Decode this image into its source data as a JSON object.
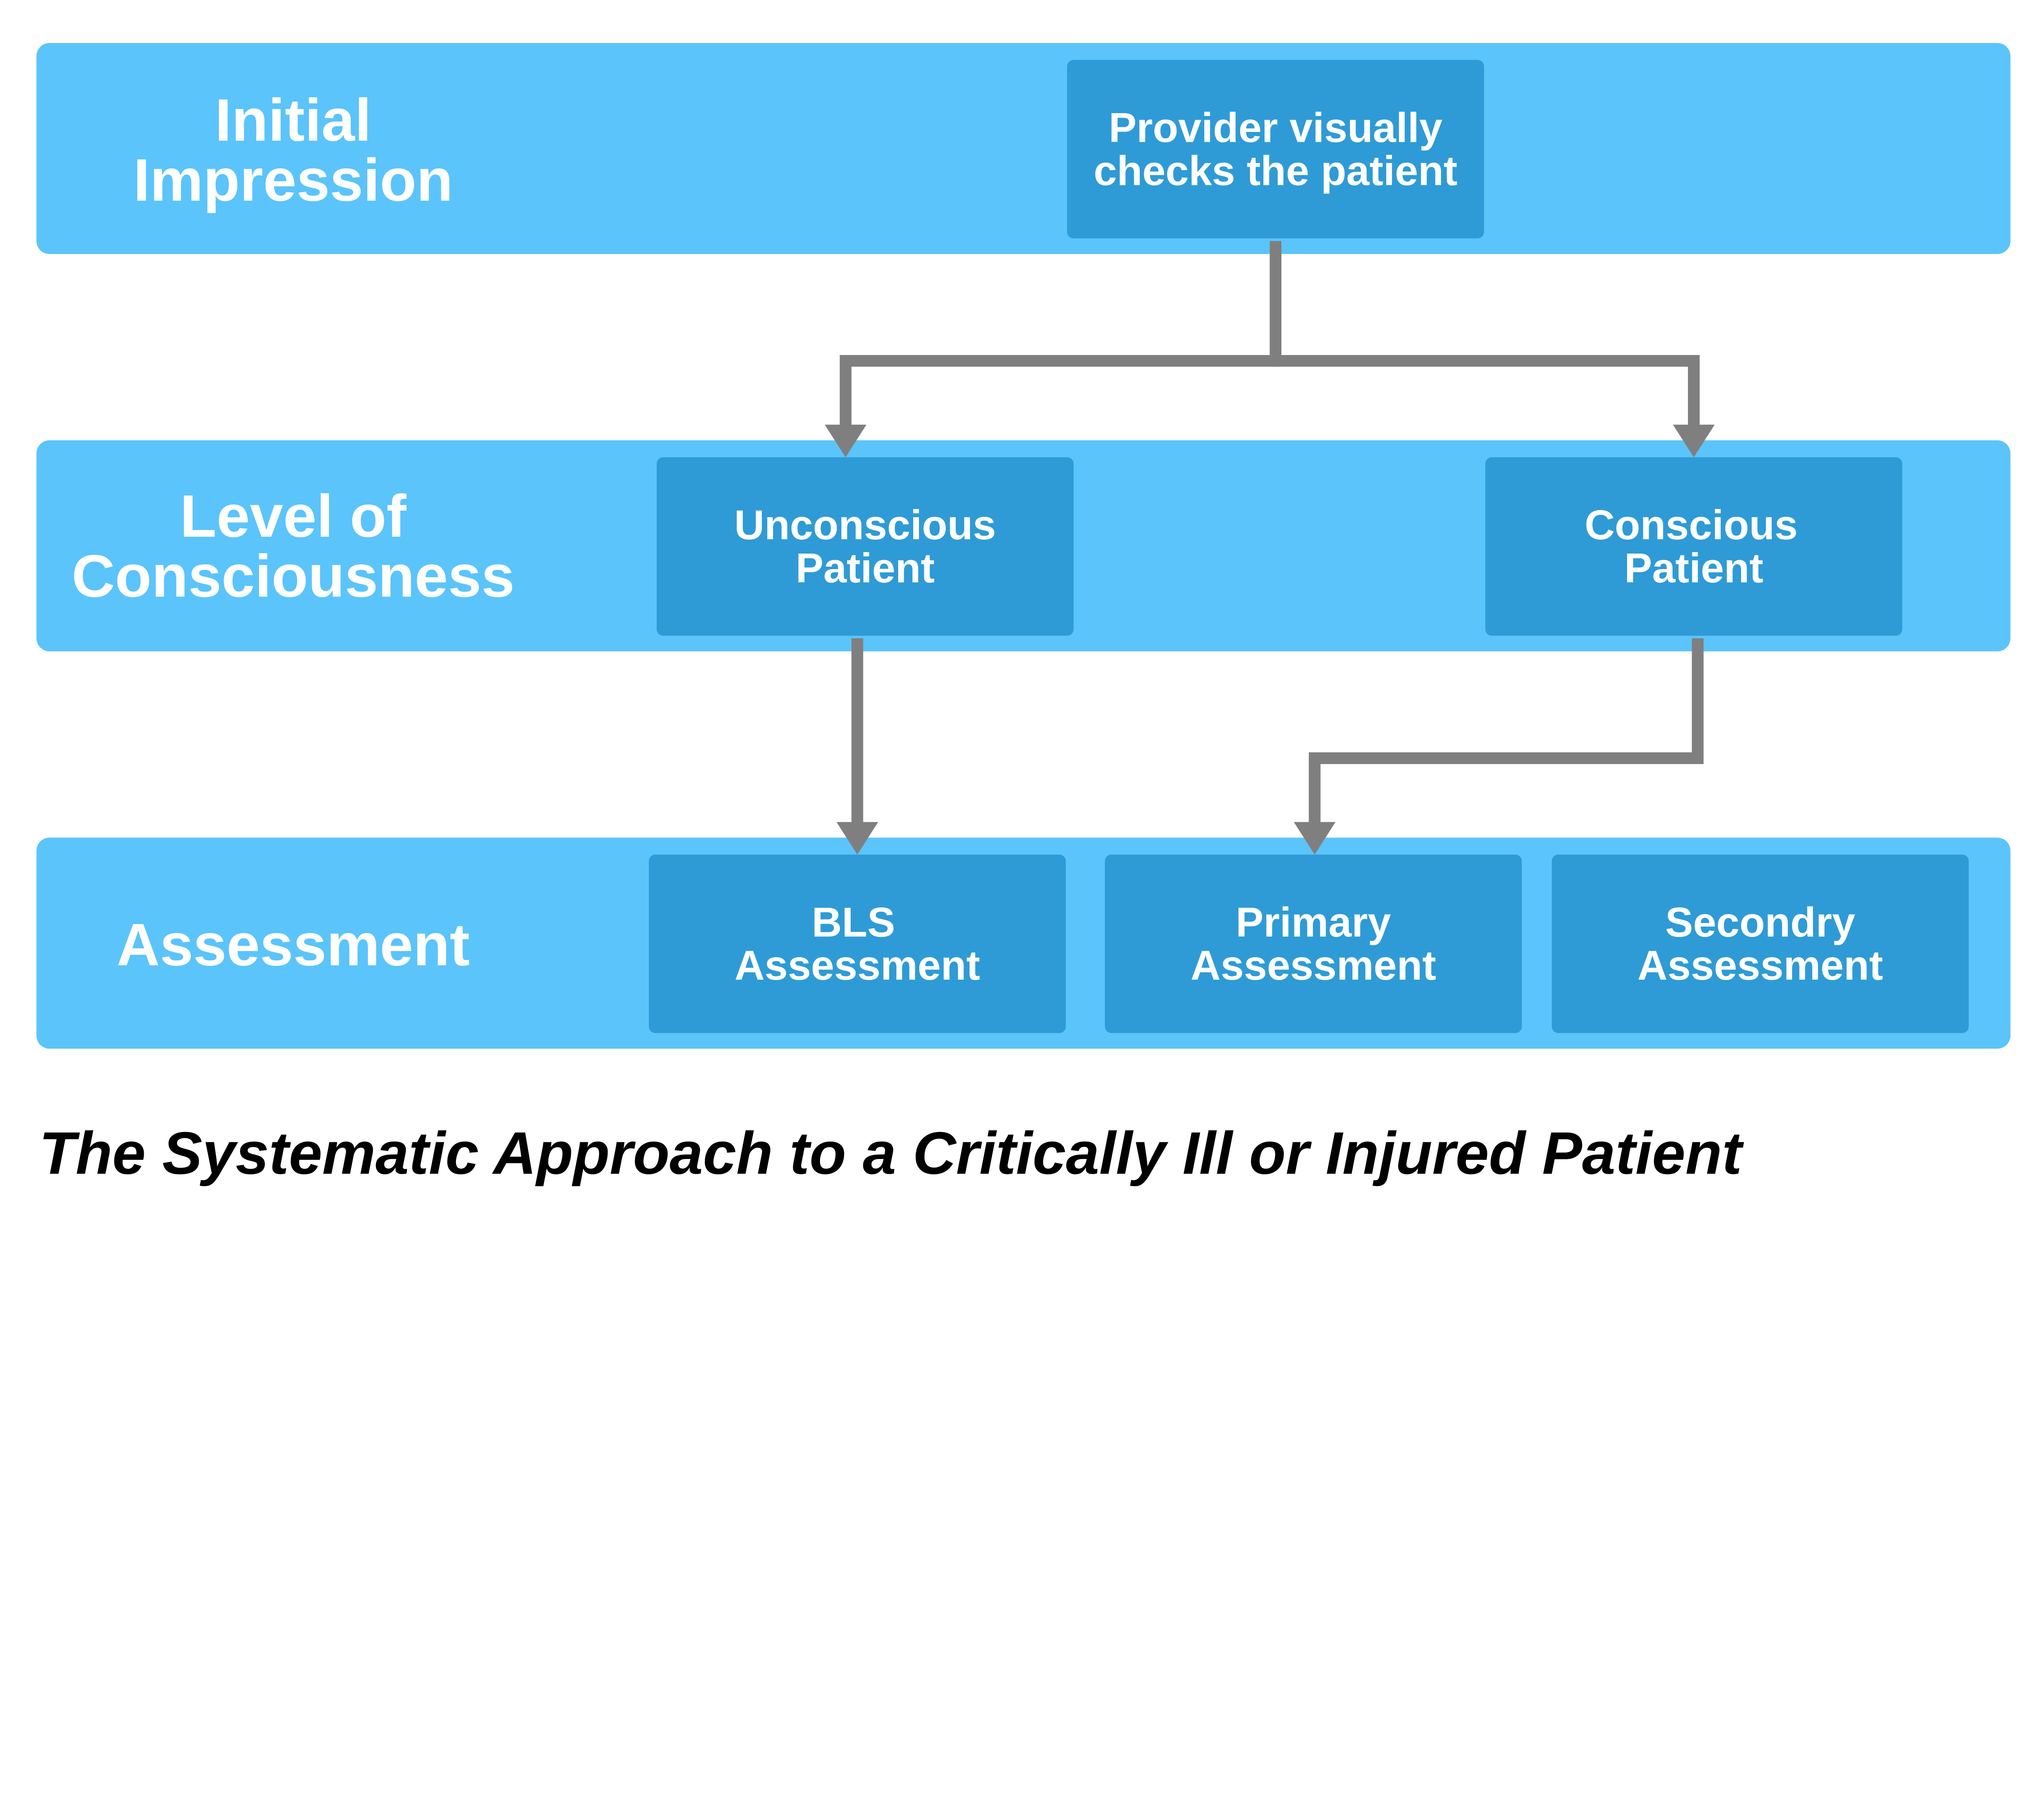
{
  "rows": [
    {
      "label_lines": [
        "Initial",
        "Impression"
      ]
    },
    {
      "label_lines": [
        "Level of",
        "Consciousness"
      ]
    },
    {
      "label_lines": [
        "Assessment"
      ]
    }
  ],
  "boxes": {
    "provider": [
      "Provider visually",
      "checks the patient"
    ],
    "unconscious": [
      "Unconscious",
      "Patient"
    ],
    "conscious": [
      "Conscious",
      "Patient"
    ],
    "bls": [
      "BLS",
      "Assessment"
    ],
    "primary": [
      "Primary",
      "Assessment"
    ],
    "secondary": [
      "Secondry",
      "Assessment"
    ]
  },
  "colors": {
    "band": "#5BC4FA",
    "box": "#2E9BD6",
    "connector": "#7F7F7F"
  },
  "caption": "The Systematic Approach to a Critically Ill or Injured Patient"
}
